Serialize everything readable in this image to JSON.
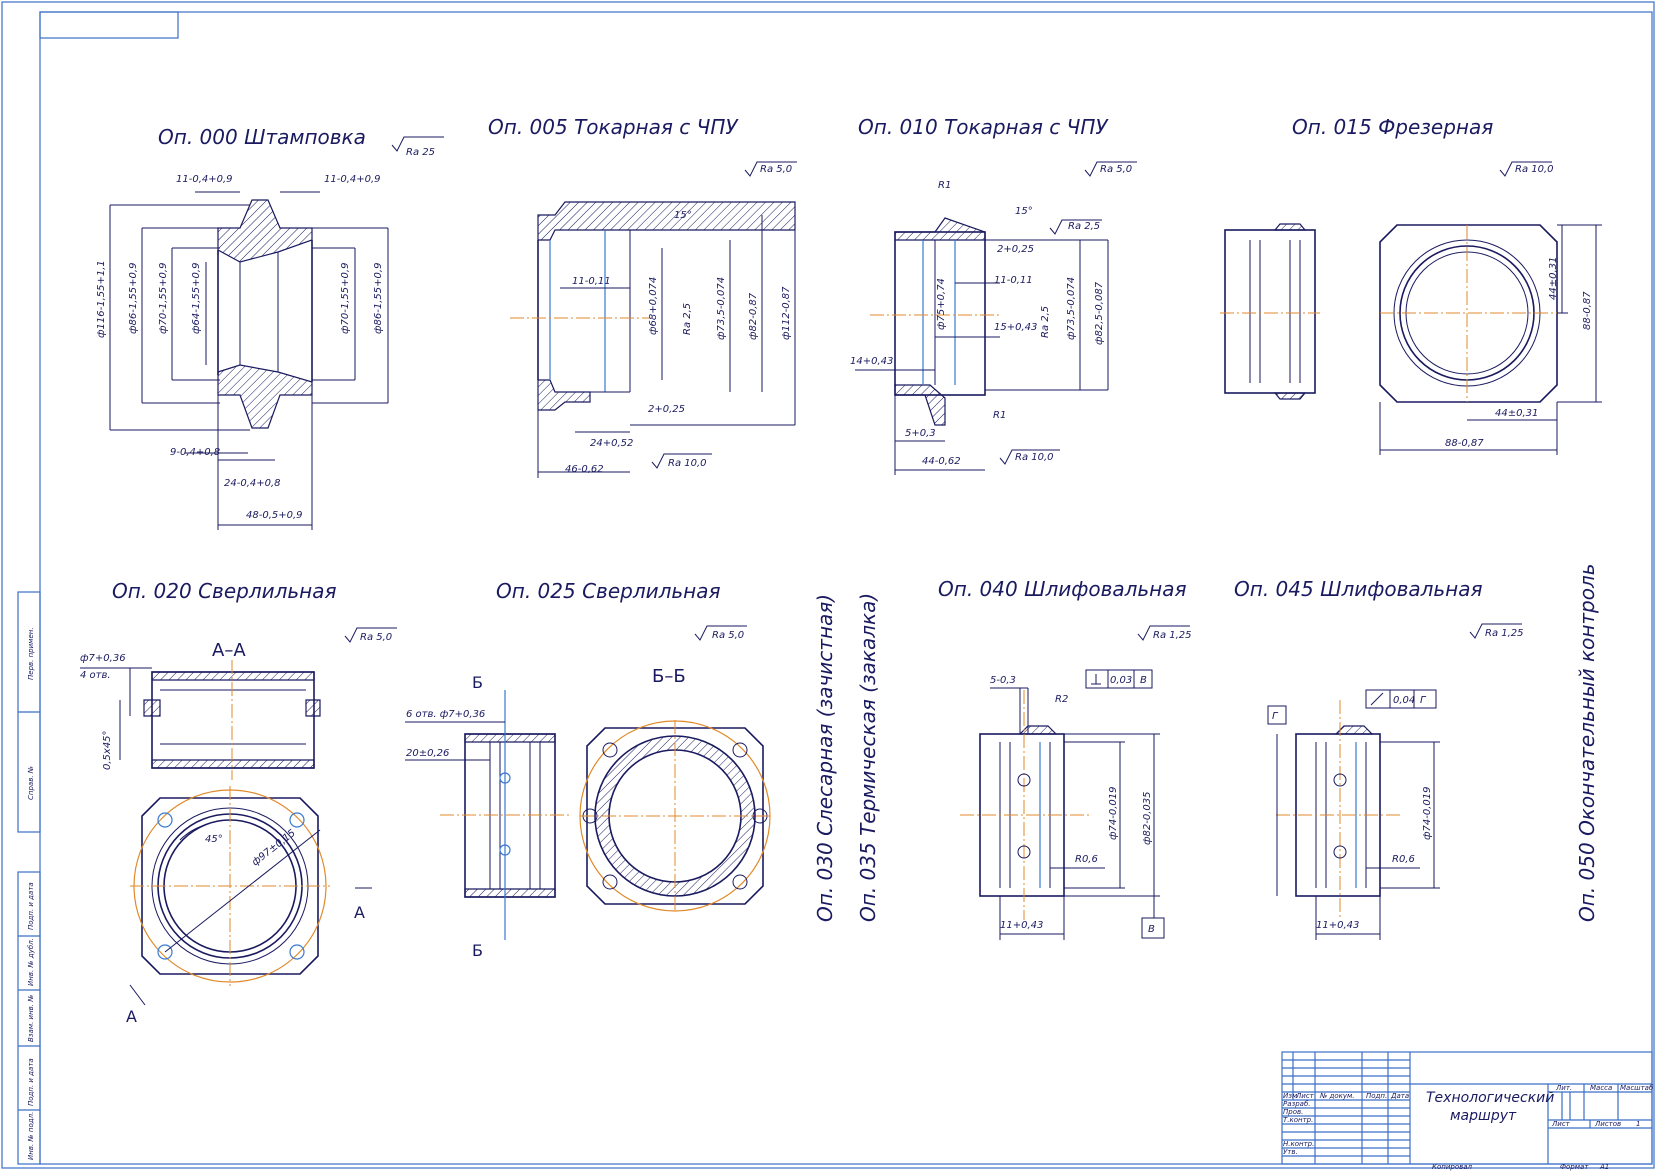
{
  "operations": {
    "op000": "Оп. 000 Штамповка",
    "op005": "Оп. 005 Токарная с ЧПУ",
    "op010": "Оп. 010 Токарная с ЧПУ",
    "op015": "Оп. 015 Фрезерная",
    "op020": "Оп. 020 Сверлильная",
    "op025": "Оп. 025 Сверлильная",
    "op030": "Оп. 030 Слесарная (зачистная)",
    "op035": "Оп. 035 Термическая (закалка)",
    "op040": "Оп. 040 Шлифовальная",
    "op045": "Оп. 045 Шлифовальная",
    "op050": "Оп. 050 Окончательный контроль"
  },
  "roughness": {
    "ra25": "Ra 25",
    "ra50": "Ra 5,0",
    "ra100": "Ra 10,0",
    "ra2_5": "Ra 2,5",
    "ra125": "Ra 1,25"
  },
  "sections": {
    "aa": "А–А",
    "a": "А",
    "bb": "Б–Б",
    "b": "Б"
  },
  "dims": {
    "op000": [
      "11-0,4+0,9",
      "11-0,4+0,9",
      "ф116-1,55+1,1",
      "ф86-1,55+0,9",
      "ф70-1,55+0,9",
      "ф64-1,55+0,9",
      "ф70-1,55+0,9",
      "ф86-1,55+0,9",
      "9-0,4+0,8",
      "24-0,4+0,8",
      "48-0,5+0,9"
    ],
    "op005": [
      "15°",
      "11-0,11",
      "ф68+0,074",
      "ф73,5-0,074",
      "ф82-0,87",
      "ф112-0,87",
      "2+0,25",
      "24+0,52",
      "46-0,62"
    ],
    "op010": [
      "R1",
      "15°",
      "2+0,25",
      "11-0,11",
      "15+0,43",
      "ф75+0,74",
      "ф73,5-0,074",
      "ф82,5-0,087",
      "14+0,43",
      "5+0,3",
      "44-0,62",
      "R1"
    ],
    "op015": [
      "44±0,31",
      "88-0,87",
      "44±0,31",
      "88-0,87"
    ],
    "op020": [
      "ф7+0,36",
      "4 отв.",
      "0,5х45°",
      "45°",
      "ф97±0,15"
    ],
    "op025": [
      "6 отв. ф7+0,36",
      "20±0,26"
    ],
    "op040": [
      "5-0,3",
      "0,03",
      "В",
      "R2",
      "ф74-0,019",
      "ф82-0,035",
      "R0,6",
      "11+0,43",
      "В"
    ],
    "op045": [
      "0,04",
      "Г",
      "Г",
      "ф74-0,019",
      "R0,6",
      "11+0,43"
    ]
  },
  "title_block": {
    "name_line1": "Технологический",
    "name_line2": "маршрут",
    "lit": "Лит.",
    "massa": "Масса",
    "masshtab": "Масштаб",
    "list": "Лист",
    "listov": "Листов",
    "listov_val": "1",
    "izm": "Изм",
    "list_h": "Лист",
    "ndokum": "№ докум.",
    "podp": "Подп.",
    "data": "Дата",
    "razrab": "Разраб.",
    "prov": "Пров.",
    "tkontr": "Т.контр.",
    "nkontr": "Н.контр.",
    "utv": "Утв.",
    "kopiroval": "Копировал",
    "format": "Формат",
    "format_val": "А1"
  },
  "side_stamp": [
    "Перв. примен.",
    "Справ. №",
    "Подп. и дата",
    "Инв. № дубл.",
    "Взам. инв. №",
    "Подп. и дата",
    "Инв. № подл."
  ]
}
